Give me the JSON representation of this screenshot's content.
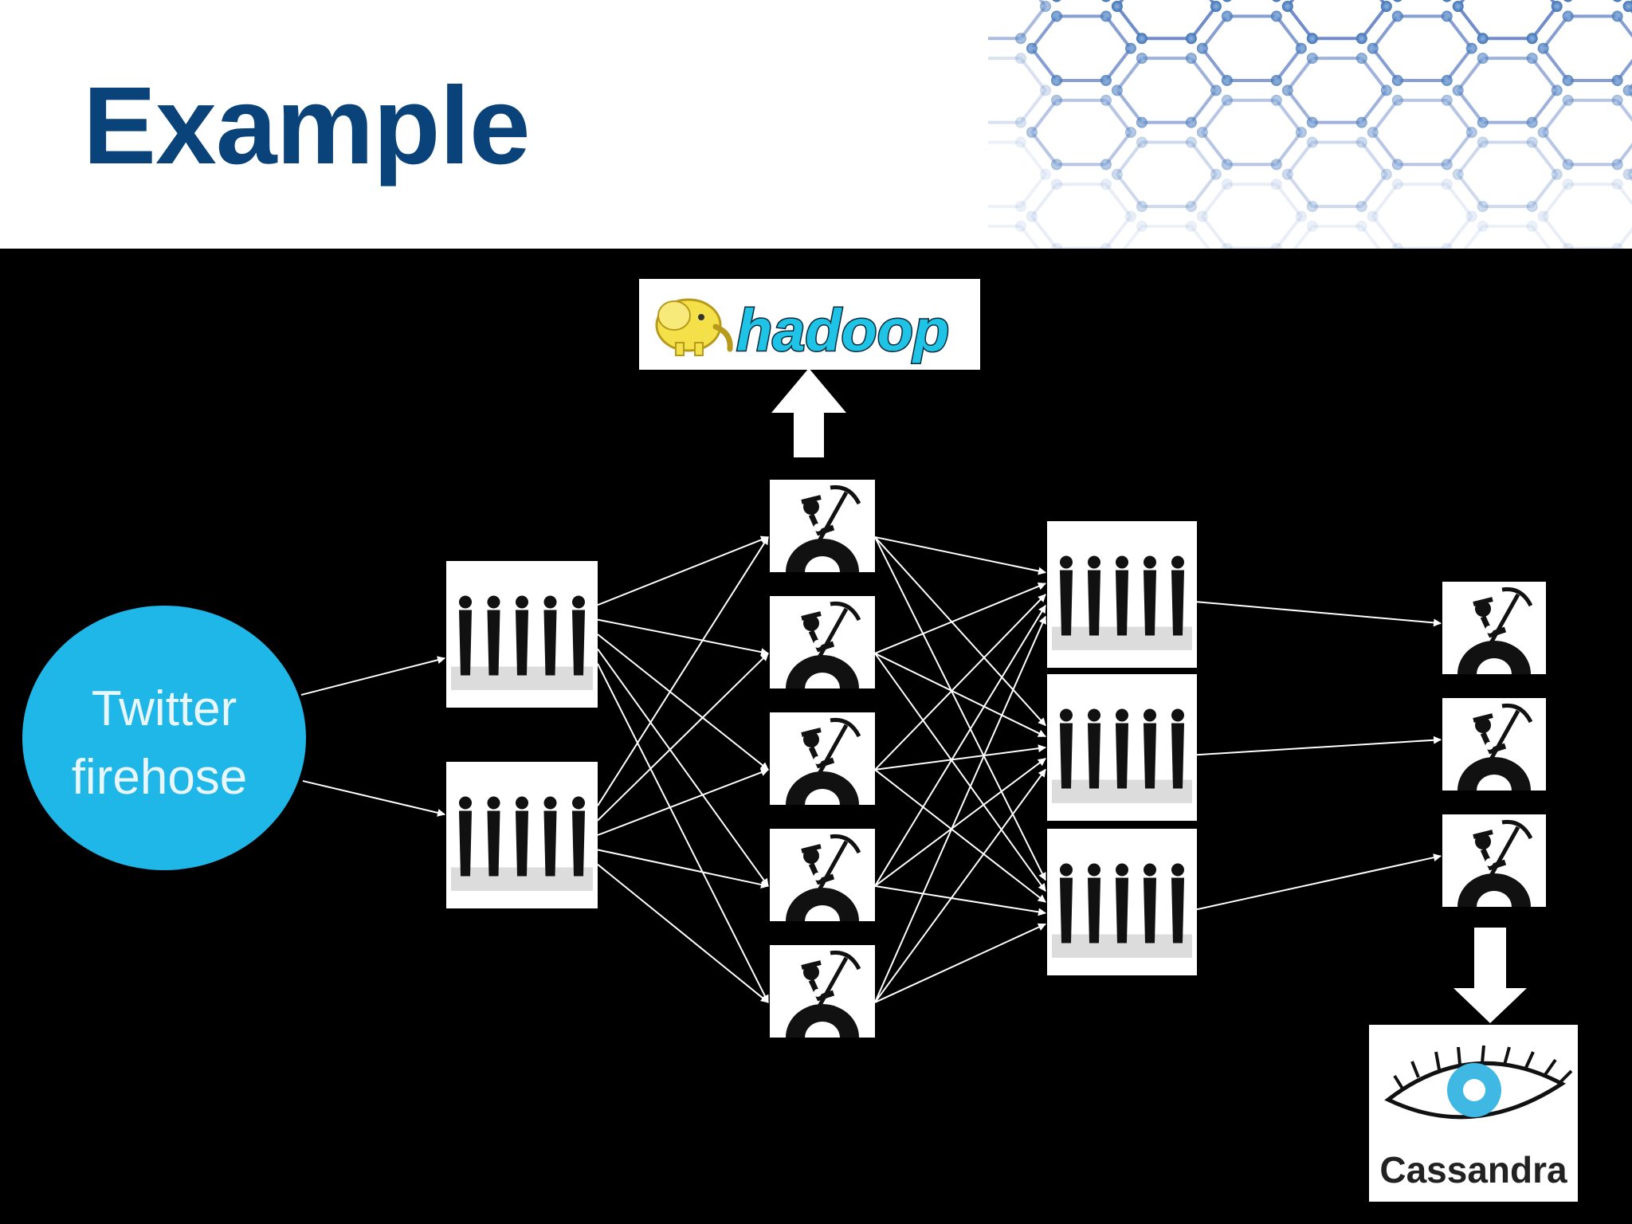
{
  "slide": {
    "title": "Example",
    "title_color": "#0a437a",
    "header_background": "#ffffff",
    "diagram_background": "#000000"
  },
  "diagram": {
    "source": {
      "label_line1": "Twitter",
      "label_line2": "firehose",
      "color": "#1fb6e8",
      "text_color": "#e9f6fb"
    },
    "logos": {
      "hadoop": {
        "text": "hadoop",
        "icon": "hadoop-elephant-icon",
        "text_color": "#1ec3e6",
        "elephant_color": "#f4e14a"
      },
      "cassandra": {
        "text": "Cassandra",
        "icon": "cassandra-eye-icon",
        "eye_color": "#3fb9e3",
        "text_color": "#222222"
      }
    },
    "icons": {
      "spout_group": "people-silhouette-icon",
      "bolt": "miner-pickaxe-icon"
    },
    "edge_color": "#ffffff",
    "columns": [
      {
        "id": "source",
        "count": 1
      },
      {
        "id": "spouts",
        "count": 2
      },
      {
        "id": "bolts_a",
        "count": 5
      },
      {
        "id": "groups_b",
        "count": 3
      },
      {
        "id": "bolts_c",
        "count": 3
      }
    ]
  }
}
